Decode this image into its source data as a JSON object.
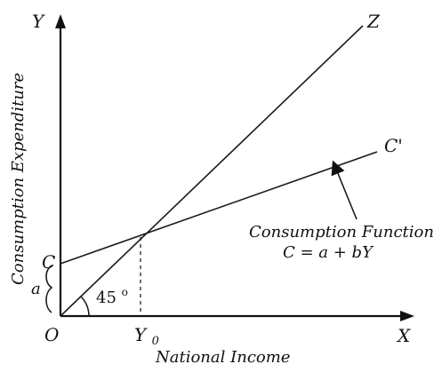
{
  "diagram": {
    "axis_y_label": "Y",
    "axis_x_label": "X",
    "y_axis_title": "Consumption Expenditure",
    "x_axis_title": "National Income",
    "origin_label": "O",
    "y0_label": "Y",
    "y0_subscript": "0",
    "z_label": "Z",
    "c_label": "C",
    "c_prime_label": "C'",
    "a_label": "a",
    "angle_label": "45",
    "angle_degree": "o",
    "annotation_line1": "Consumption Function",
    "annotation_line2": "C = a + bY"
  }
}
